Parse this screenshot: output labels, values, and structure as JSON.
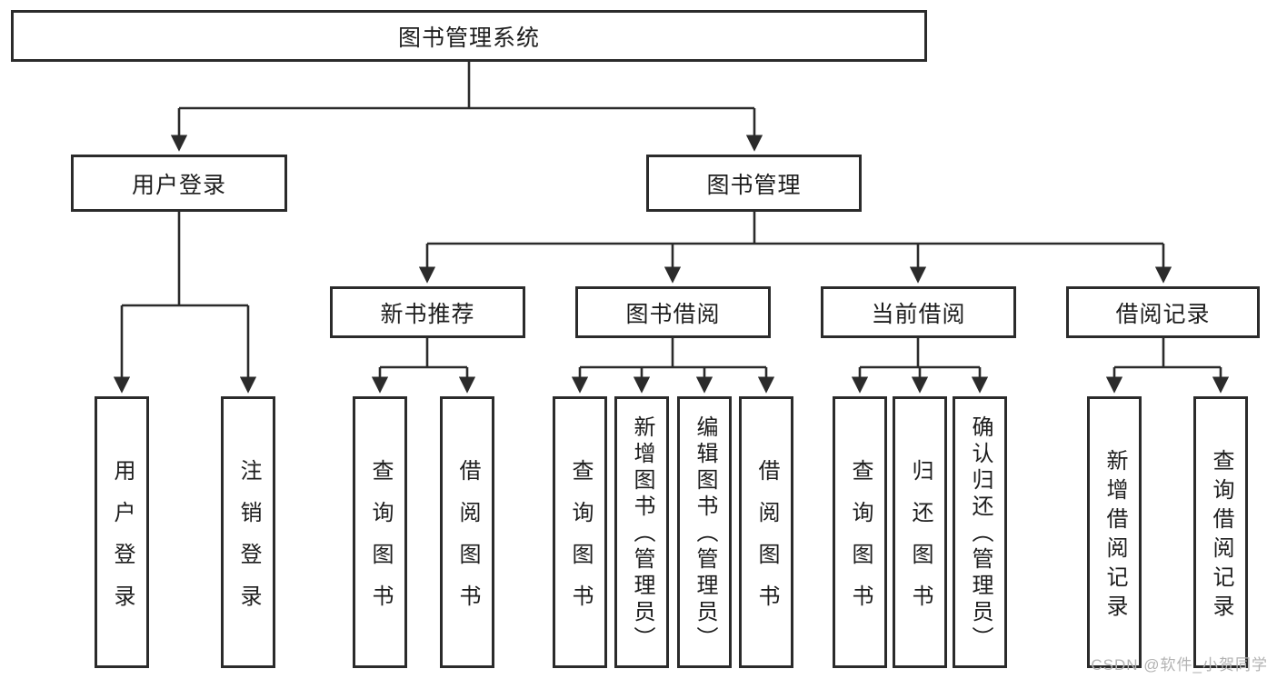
{
  "diagram": {
    "root": {
      "label": "图书管理系统",
      "children": [
        {
          "label": "用户登录",
          "children": [
            {
              "label": "用户登录"
            },
            {
              "label": "注销登录"
            }
          ]
        },
        {
          "label": "图书管理",
          "children": [
            {
              "label": "新书推荐",
              "children": [
                {
                  "label": "查询图书"
                },
                {
                  "label": "借阅图书"
                }
              ]
            },
            {
              "label": "图书借阅",
              "children": [
                {
                  "label": "查询图书"
                },
                {
                  "label": "新增图书（管理员）"
                },
                {
                  "label": "编辑图书（管理员）"
                },
                {
                  "label": "借阅图书"
                }
              ]
            },
            {
              "label": "当前借阅",
              "children": [
                {
                  "label": "查询图书"
                },
                {
                  "label": "归还图书"
                },
                {
                  "label": "确认归还（管理员）"
                }
              ]
            },
            {
              "label": "借阅记录",
              "children": [
                {
                  "label": "新增借阅记录"
                },
                {
                  "label": "查询借阅记录"
                }
              ]
            }
          ]
        }
      ]
    }
  },
  "watermark": {
    "text": "CSDN @软件_小贺同学"
  },
  "colors": {
    "line": "#2b2b2b",
    "box_border": "#2b2b2b",
    "text": "#1d1d1d",
    "watermark": "#b3b3b3",
    "background": "#ffffff"
  }
}
